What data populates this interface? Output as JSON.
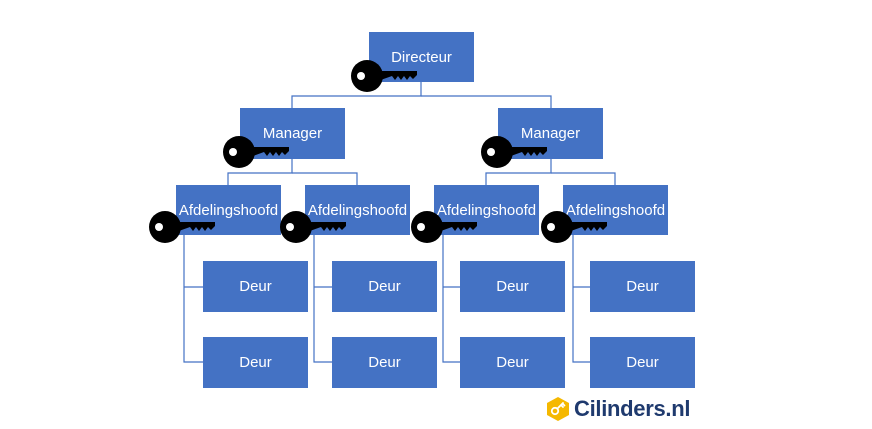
{
  "nodes": {
    "director": "Directeur",
    "manager_left": "Manager",
    "manager_right": "Manager",
    "dept_heads": [
      "Afdelingshoofd",
      "Afdelingshoofd",
      "Afdelingshoofd",
      "Afdelingshoofd"
    ],
    "doors": [
      "Deur",
      "Deur",
      "Deur",
      "Deur",
      "Deur",
      "Deur",
      "Deur",
      "Deur"
    ]
  },
  "logo": {
    "text": "Cilinders.nl",
    "icon": "key-hexagon-icon"
  },
  "icons": {
    "key": "key-icon"
  },
  "colors": {
    "box": "#4472c4",
    "box_text": "#ffffff",
    "connector": "#4472c4",
    "key": "#000000",
    "logo_text": "#1f3a6e",
    "logo_hex": "#f5b800"
  }
}
